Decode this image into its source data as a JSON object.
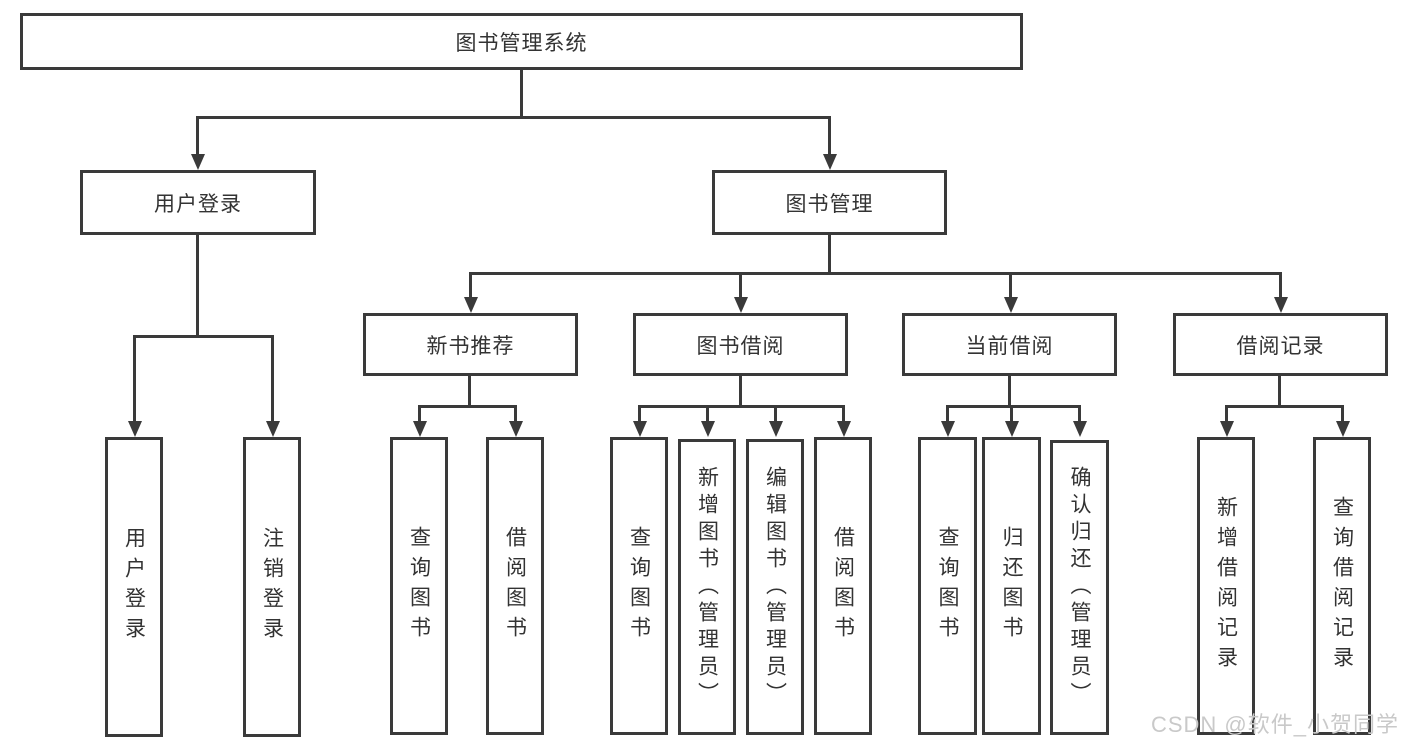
{
  "diagram": {
    "root": "图书管理系统",
    "branches": [
      {
        "label": "用户登录",
        "children": [
          "用户登录",
          "注销登录"
        ]
      },
      {
        "label": "图书管理",
        "sections": [
          {
            "label": "新书推荐",
            "children": [
              "查询图书",
              "借阅图书"
            ]
          },
          {
            "label": "图书借阅",
            "children": [
              "查询图书",
              "新增图书（管理员）",
              "编辑图书（管理员）",
              "借阅图书"
            ]
          },
          {
            "label": "当前借阅",
            "children": [
              "查询图书",
              "归还图书",
              "确认归还（管理员）"
            ]
          },
          {
            "label": "借阅记录",
            "children": [
              "新增借阅记录",
              "查询借阅记录"
            ]
          }
        ]
      }
    ]
  },
  "watermark": {
    "text": "CSDN @软件_小贺同学"
  },
  "colors": {
    "line": "#3a3a3a",
    "text": "#333333",
    "watermark": "#c9c9c9",
    "background": "#ffffff"
  }
}
